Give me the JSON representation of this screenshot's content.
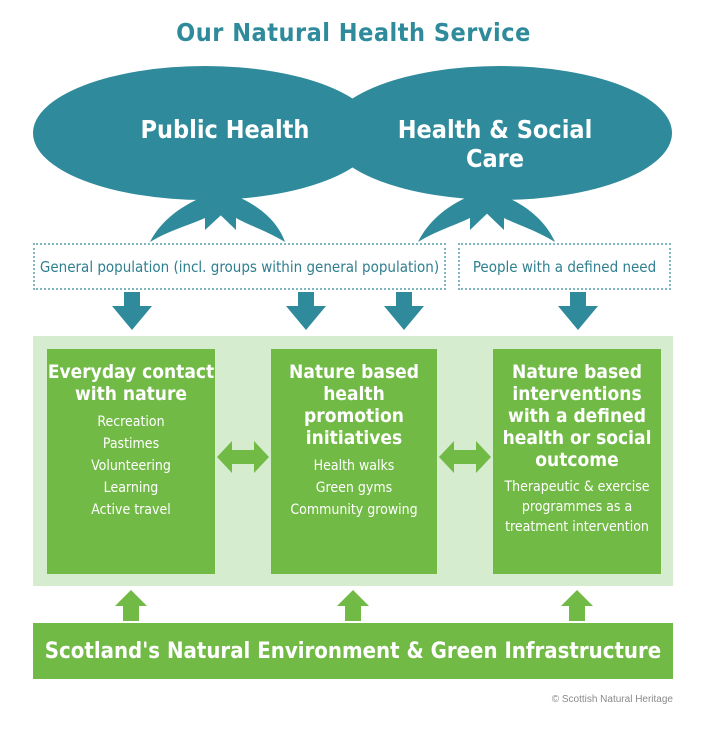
{
  "title": "Our Natural Health Service",
  "ellipses": {
    "left_label": "Public Health",
    "right_label": "Health & Social Care"
  },
  "populations": {
    "general": "General population (incl. groups within general population)",
    "defined_need": "People with a defined need"
  },
  "boxes": [
    {
      "heading": "Everyday contact with nature",
      "items": [
        "Recreation",
        "Pastimes",
        "Volunteering",
        "Learning",
        "Active travel"
      ]
    },
    {
      "heading": "Nature based health promotion initiatives",
      "items": [
        "Health walks",
        "Green gyms",
        "Community growing"
      ]
    },
    {
      "heading": "Nature based interventions with a defined health or social outcome",
      "items": [
        "Therapeutic & exercise programmes as a treatment intervention"
      ]
    }
  ],
  "footer": "Scotland's Natural Environment & Green Infrastructure",
  "credit": "© Scottish Natural Heritage",
  "colors": {
    "teal": "#2f8b9b",
    "green": "#72ba46",
    "light_green": "#d6eccf",
    "dotted_border": "#7fb6c1"
  }
}
